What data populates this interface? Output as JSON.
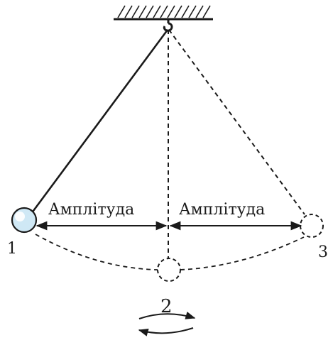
{
  "diagram": {
    "amplitude_left_label": "Амплітуда",
    "amplitude_right_label": "Амплітуда",
    "position_1_label": "1",
    "position_2_label": "2",
    "position_3_label": "3"
  },
  "colors": {
    "line": "#1a1a1a",
    "bob_fill": "#cfe8f5",
    "bob_highlight": "#ffffff",
    "bob_stroke": "#1a1a1a"
  }
}
